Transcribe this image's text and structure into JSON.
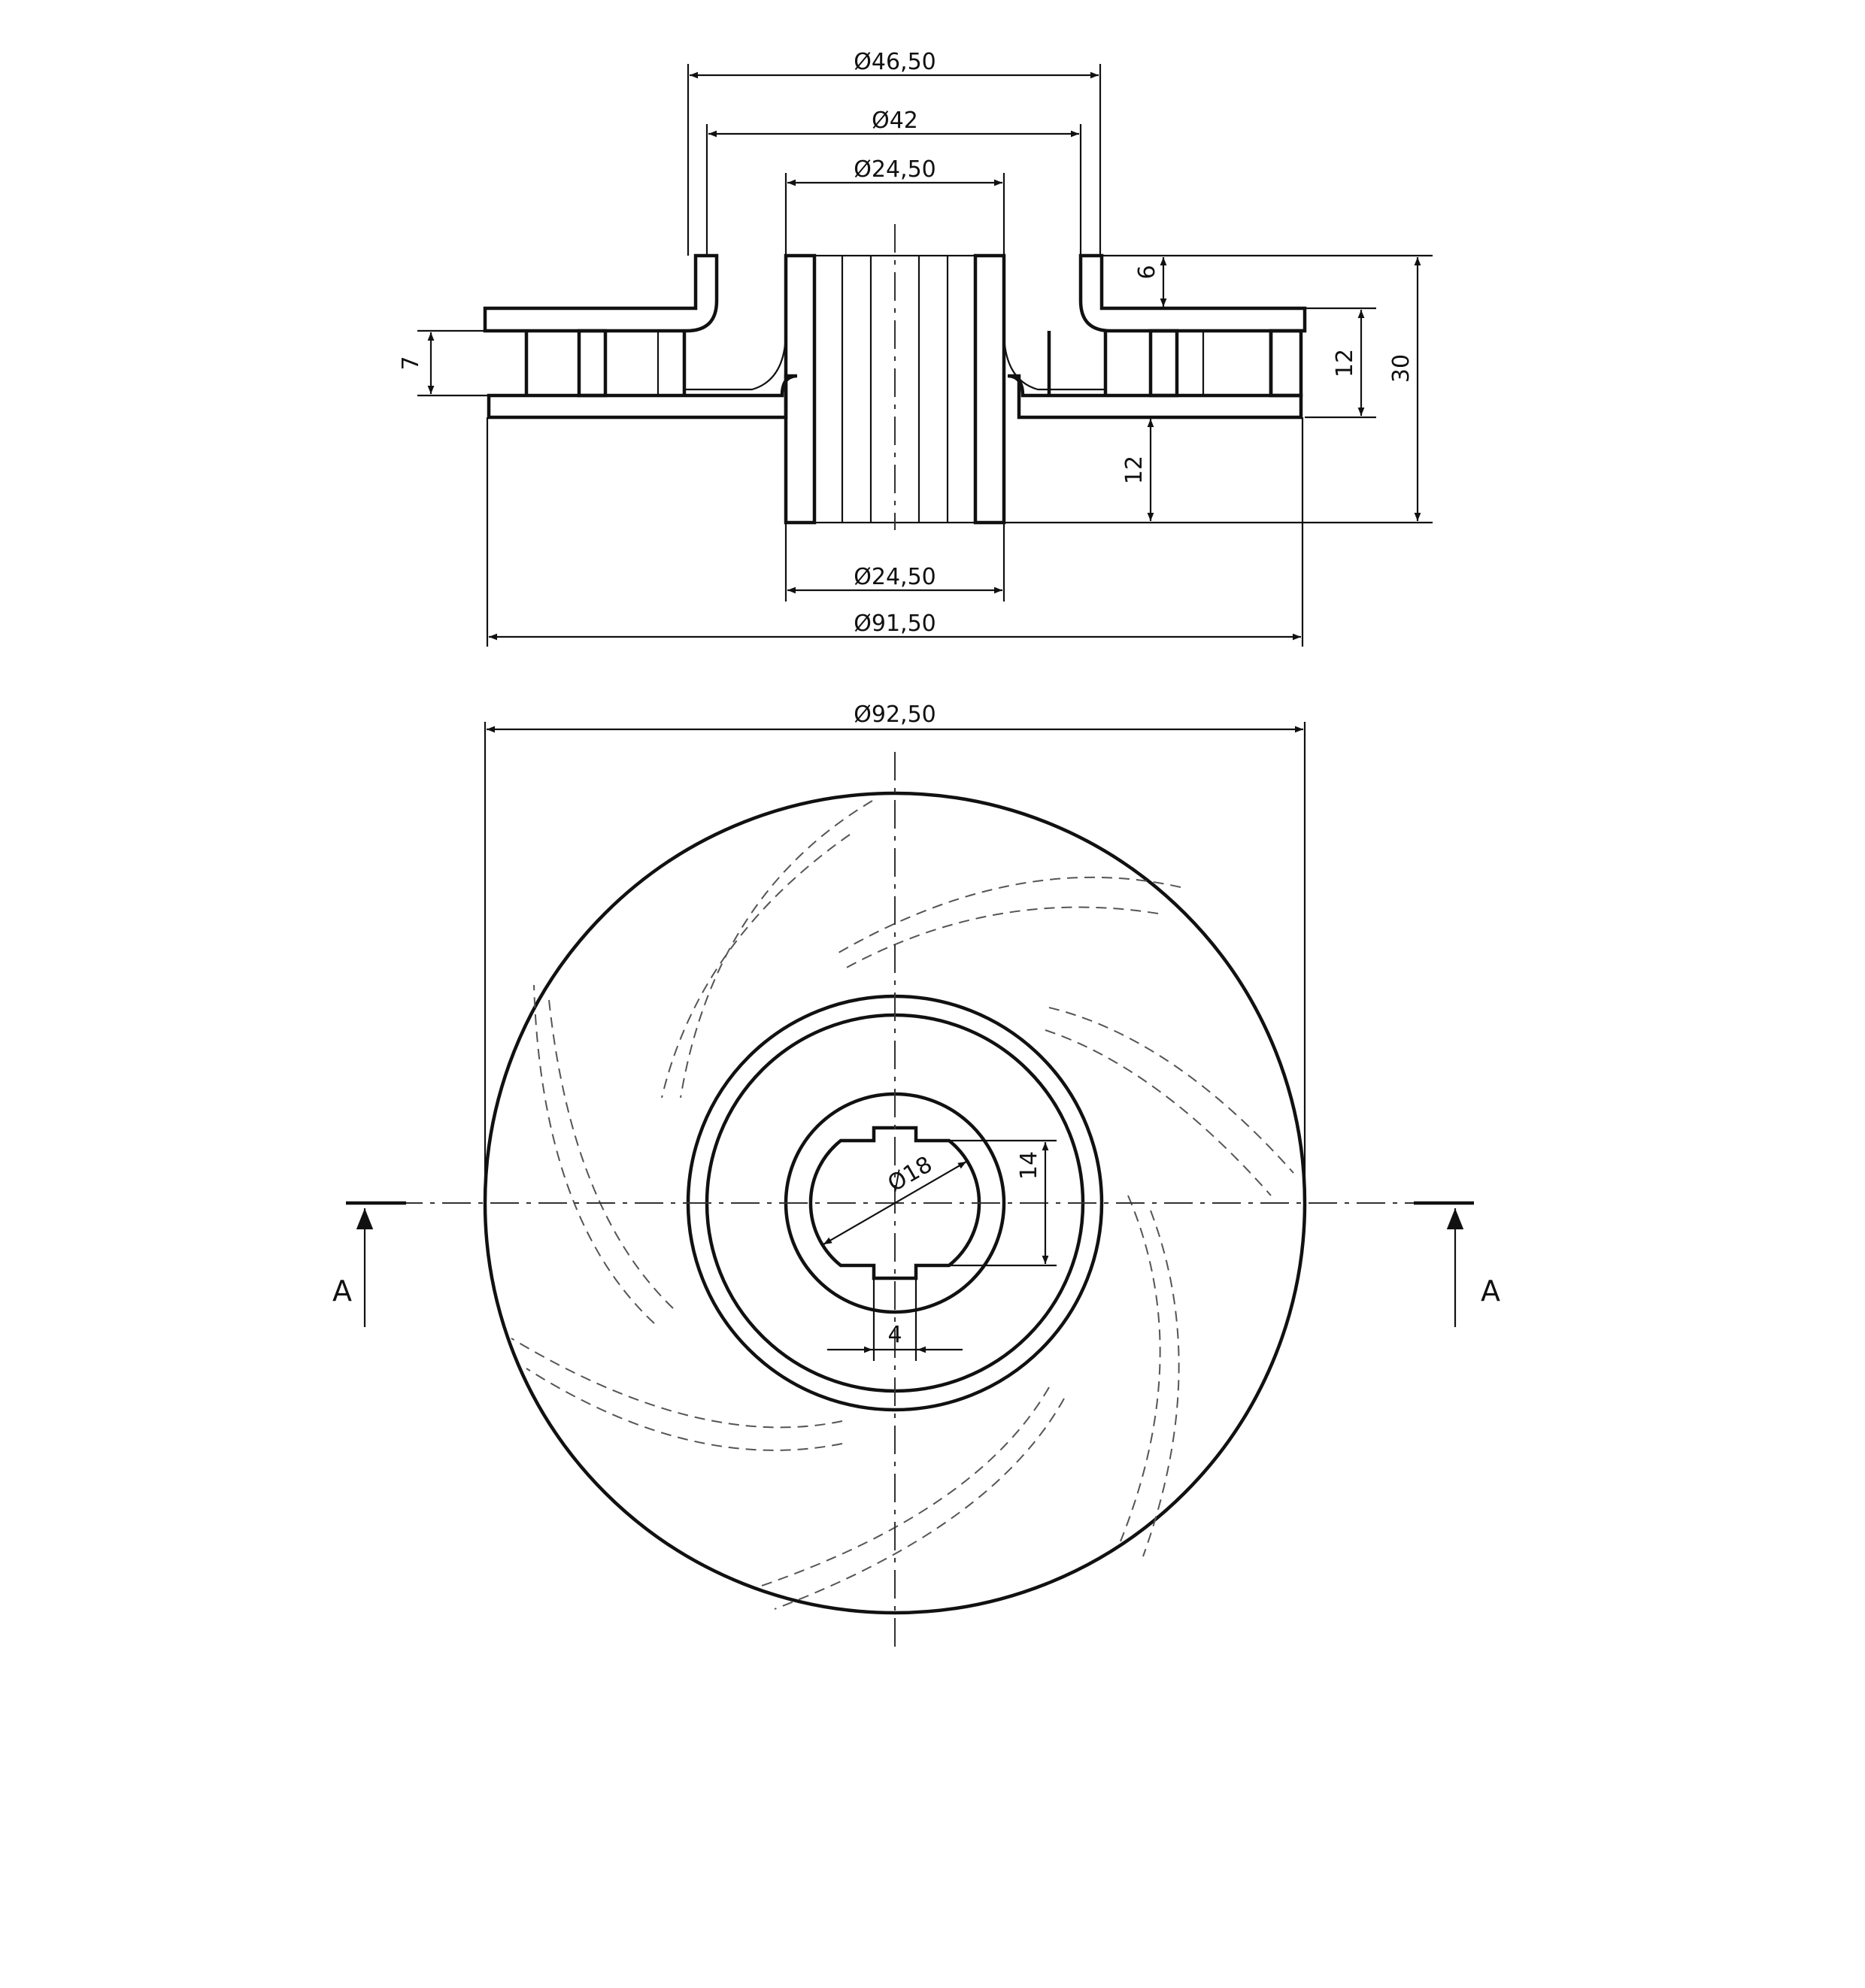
{
  "section_view": {
    "dim_top_outer": "Ø46,50",
    "dim_top_mid": "Ø42",
    "dim_top_bore": "Ø24,50",
    "dim_bottom_bore": "Ø24,50",
    "dim_bottom_outer": "Ø91,50",
    "dim_left_gap": "7",
    "dim_hub_step": "6",
    "dim_vane_height": "12",
    "dim_hub_below": "12",
    "dim_total_height": "30"
  },
  "plan_view": {
    "dim_outer": "Ø92,50",
    "dim_bore": "Ø18",
    "dim_flat": "14",
    "dim_key": "4",
    "section_label_left": "A",
    "section_label_right": "A"
  }
}
